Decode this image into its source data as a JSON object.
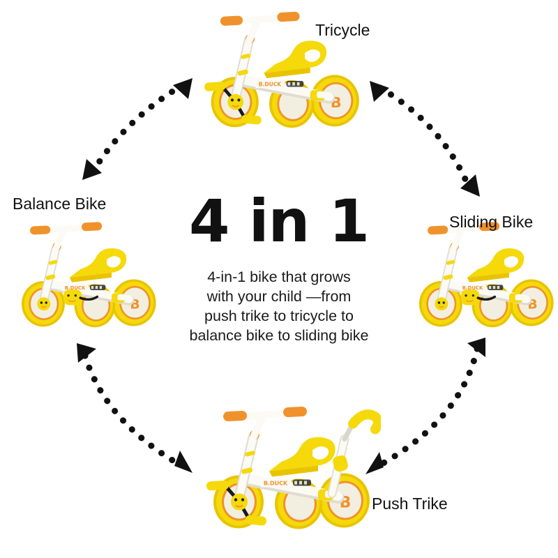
{
  "background": "#ffffff",
  "center": {
    "headline": "4 in 1",
    "description_lines": [
      "4-in-1 bike that grows",
      "with your child —from",
      "push trike to tricycle to",
      "balance bike to sliding bike"
    ]
  },
  "labels": {
    "tricycle": "Tricycle",
    "balance_bike": "Balance Bike",
    "sliding_bike": "Sliding Bike",
    "push_trike": "Push Trike"
  },
  "product": {
    "brand_text": "B.DUCK",
    "wheel_logo": "B"
  },
  "modes": [
    {
      "id": "tricycle",
      "label": "Tricycle",
      "position": "top",
      "has_pedals": true,
      "has_push_handle": false,
      "wheels": 3
    },
    {
      "id": "balance-bike",
      "label": "Balance Bike",
      "position": "left",
      "has_pedals": false,
      "has_push_handle": false,
      "wheels": 3
    },
    {
      "id": "sliding-bike",
      "label": "Sliding Bike",
      "position": "right",
      "has_pedals": false,
      "has_push_handle": false,
      "wheels": 3
    },
    {
      "id": "push-trike",
      "label": "Push Trike",
      "position": "bottom",
      "has_pedals": true,
      "has_push_handle": true,
      "wheels": 3
    }
  ],
  "arrows": [
    {
      "id": "tricycle-to-balance",
      "from": "tricycle",
      "to": "balance-bike",
      "style": "dotted",
      "bidirectional": true
    },
    {
      "id": "tricycle-to-sliding",
      "from": "tricycle",
      "to": "sliding-bike",
      "style": "dotted",
      "bidirectional": true
    },
    {
      "id": "balance-to-push",
      "from": "balance-bike",
      "to": "push-trike",
      "style": "dotted",
      "bidirectional": true
    },
    {
      "id": "sliding-to-push",
      "from": "sliding-bike",
      "to": "push-trike",
      "style": "dotted",
      "bidirectional": true
    }
  ],
  "colors": {
    "yellow": "#F5D90A",
    "yellow_light": "#FAE84A",
    "yellow_deep": "#E8C400",
    "orange": "#F0922B",
    "orange_deep": "#D97A12",
    "cream": "#F3EFE0",
    "cream_dark": "#E2DCC6",
    "white_frame": "#FBFAF5",
    "frame_shadow": "#DFDCD0",
    "black": "#111111",
    "text": "#1a1a1a"
  }
}
